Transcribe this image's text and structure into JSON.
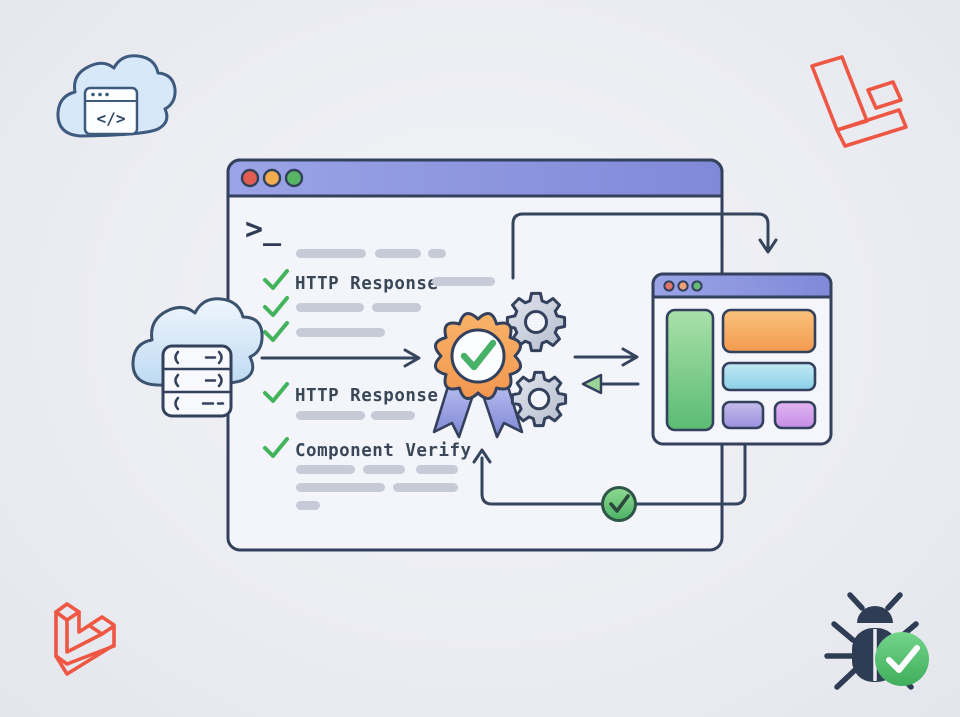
{
  "colors": {
    "outline_navy": "#33415c",
    "window_header_purple": "#8e97e0",
    "success_green": "#47b167",
    "badge_orange": "#f5a359",
    "ribbon_purple": "#99a0e2",
    "laravel_red": "#ee5743",
    "bug_navy": "#2e3d54",
    "cloud_blue": "#cfe4f6",
    "skeleton_gray": "#c7cbd7",
    "page_background": "#ecedf2"
  },
  "main_window": {
    "traffic_light_colors": [
      "#e25c4f",
      "#f0ac4e",
      "#57b566"
    ],
    "terminal": {
      "prompt": ">_",
      "entries": [
        {
          "icon": "check-icon",
          "label": "HTTP Response"
        },
        {
          "icon": "check-icon",
          "label": "HTTP Response"
        },
        {
          "icon": "check-icon",
          "label": "Component Verify"
        }
      ]
    }
  },
  "preview_window": {
    "traffic_light_colors": [
      "#e07468",
      "#eda27a",
      "#63ba74"
    ],
    "block_colors": {
      "sidebar": "#6fc482",
      "hero": "#f6ab60",
      "banner": "#a3d9ec",
      "card_left": "#ab9fe0",
      "card_right": "#cfa0ea"
    }
  },
  "cloud_code_glyph": "</>",
  "icons": [
    "cloud-code-icon",
    "laravel-logo-classic",
    "laravel-logo-modern",
    "server-cloud-icon",
    "award-badge-icon",
    "gear-icon",
    "check-circle-icon",
    "bug-check-icon"
  ]
}
